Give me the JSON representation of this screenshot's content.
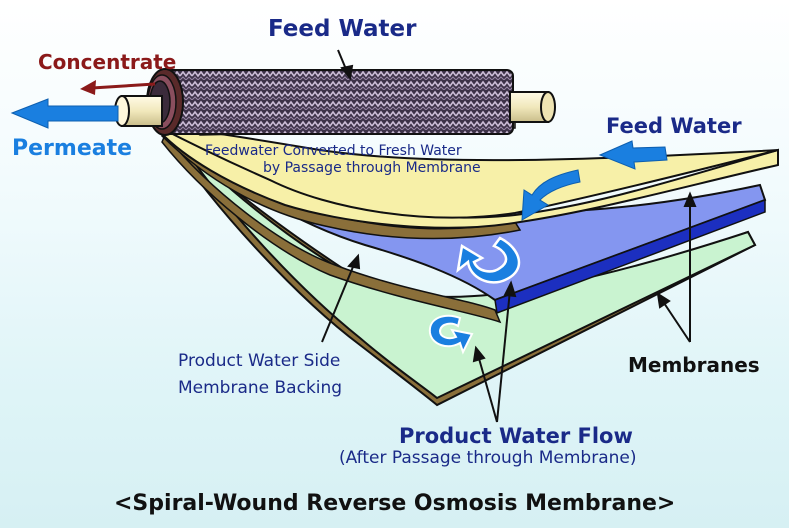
{
  "labels": {
    "feed_water_top": "Feed Water",
    "concentrate": "Concentrate",
    "permeate": "Permeate",
    "feed_water_right": "Feed Water",
    "converted_line1": "Feedwater Converted to Fresh Water",
    "converted_line2": "by Passage through Membrane",
    "backing_line1": "Product Water Side",
    "backing_line2": "Membrane Backing",
    "membranes": "Membranes",
    "product_flow": "Product Water Flow",
    "product_flow_sub": "(After Passage through Membrane)",
    "title": "<Spiral-Wound Reverse Osmosis Membrane>"
  },
  "colors": {
    "feed_sheet": "#f7f0a8",
    "blue_sheet": "#8496f0",
    "blue_sheet_edge": "#1c2fc0",
    "green_sheet": "#c9f3d0",
    "brown_backing": "#8a6f3a",
    "tube": "#f6efc8",
    "mesh": "#4a3f56",
    "arrow_blue": "#1a7fe0",
    "arrow_maroon": "#8b1a1a",
    "text_navy": "#1a2a88"
  },
  "icons": [
    "concentrate-arrow",
    "permeate-arrow",
    "feed-arrow",
    "swirl-arrow"
  ]
}
